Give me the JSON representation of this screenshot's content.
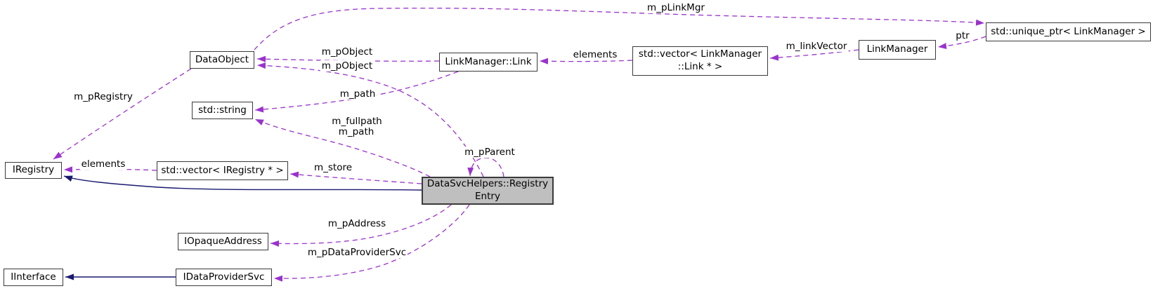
{
  "diagram": {
    "kind": "collaboration-graph",
    "colors": {
      "edge_dashed": "#9a32cd",
      "edge_solid": "#191970",
      "node_fill": "#ffffff",
      "node_border": "#3a3a3a",
      "highlight_fill": "#bfbfbf"
    },
    "nodes": {
      "data_object": {
        "label": "DataObject"
      },
      "link": {
        "label": "LinkManager::Link"
      },
      "link_vector": {
        "label_line1": "std::vector< LinkManager",
        "label_line2": "::Link * >"
      },
      "link_manager": {
        "label": "LinkManager"
      },
      "unique_ptr": {
        "label": "std::unique_ptr< LinkManager >"
      },
      "std_string": {
        "label": "std::string"
      },
      "iregistry": {
        "label": "IRegistry"
      },
      "iregistry_vector": {
        "label": "std::vector< IRegistry * >"
      },
      "registry_entry": {
        "label_line1": "DataSvcHelpers::Registry",
        "label_line2": "Entry"
      },
      "iopaque_address": {
        "label": "IOpaqueAddress"
      },
      "iinterface": {
        "label": "IInterface"
      },
      "idataprovider_svc": {
        "label": "IDataProviderSvc"
      }
    },
    "edge_labels": {
      "m_pLinkMgr": "m_pLinkMgr",
      "m_pObject_a": "m_pObject",
      "m_pObject_b": "m_pObject",
      "elements_right": "elements",
      "m_linkVector": "m_linkVector",
      "ptr": "ptr",
      "m_path_a": "m_path",
      "m_fullpath": "m_fullpath",
      "m_path_b": "m_path",
      "m_pRegistry": "m_pRegistry",
      "elements_left": "elements",
      "m_store": "m_store",
      "m_pParent": "m_pParent",
      "m_pAddress": "m_pAddress",
      "m_pDataProviderSvc": "m_pDataProviderSvc"
    }
  }
}
